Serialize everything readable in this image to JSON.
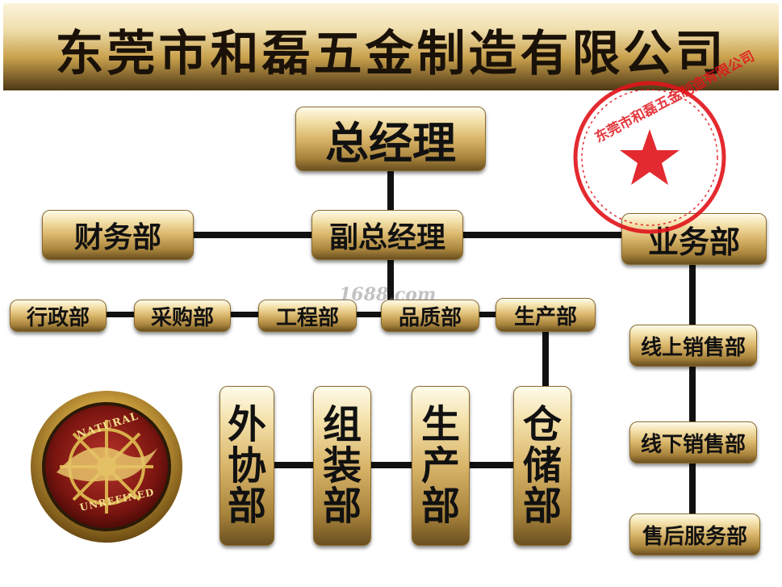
{
  "header": {
    "title": "东莞市和磊五金制造有限公司"
  },
  "nodes": {
    "general_manager": "总经理",
    "deputy_gm": "副总经理",
    "finance": "财务部",
    "business": "业务部",
    "admin": "行政部",
    "purchasing": "采购部",
    "engineering": "工程部",
    "quality": "品质部",
    "production": "生产部",
    "outsourcing": [
      "外",
      "协",
      "部"
    ],
    "assembly": [
      "组",
      "装",
      "部"
    ],
    "production_sub": [
      "生",
      "产",
      "部"
    ],
    "warehouse": [
      "仓",
      "储",
      "部"
    ],
    "online_sales": "线上销售部",
    "offline_sales": "线下销售部",
    "after_sales": "售后服务部"
  },
  "seal": {
    "text": "东莞市和磊五金制造有限公司",
    "color": "#e0141a",
    "icon": "star-icon"
  },
  "logo": {
    "text_top": "NATURAL",
    "text_bottom": "UNREFINED",
    "icon": "ship-wheel-emblem-icon"
  },
  "watermark": "1688.com"
}
